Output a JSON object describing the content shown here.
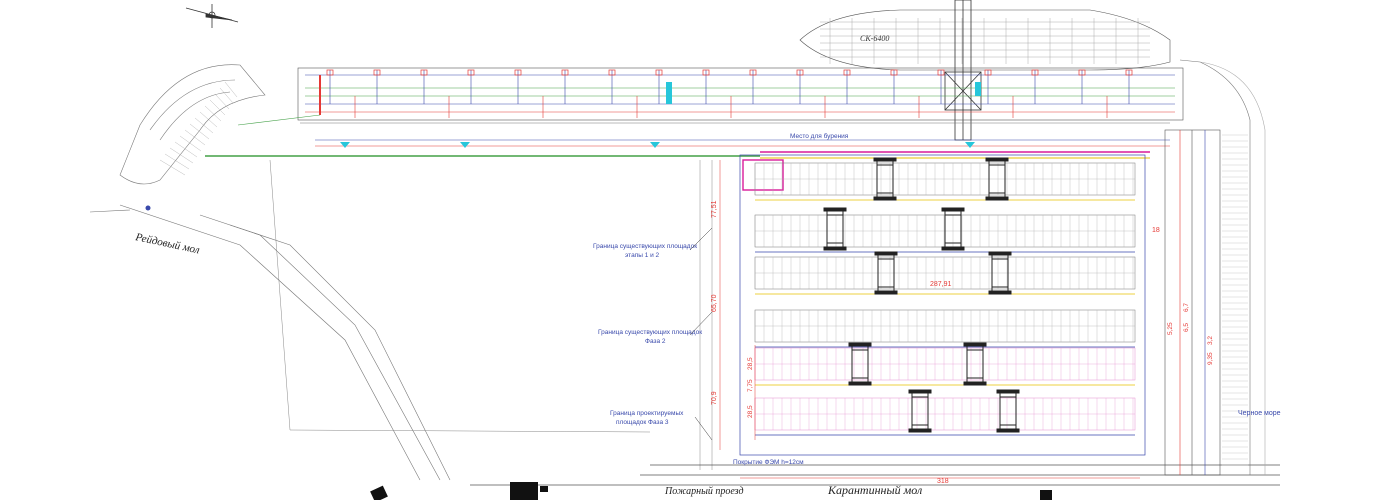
{
  "labels": {
    "vessel": "СК-6400",
    "drilling_site": "Место для бурения",
    "reydovy_mol": "Рейдовый мол",
    "boundary_existing_1": "Граница существующих площадок",
    "boundary_existing_1b": "этапы 1 и 2",
    "boundary_existing_2": "Граница существующих площадок",
    "boundary_existing_2b": "Фаза 2",
    "boundary_designed": "Граница проектируемых",
    "boundary_designed_b": "площадок Фаза 3",
    "coverage": "Покрытие ФЭМ h=12см",
    "fire_passage": "Пожарный проезд",
    "karantinny_mol": "Карантинный мол",
    "black_sea": "Черное море"
  },
  "dims": {
    "d1": "77,51",
    "d2": "65,70",
    "d3": "70,9",
    "d4": "287,91",
    "d5": "318",
    "d6": "18",
    "d7": "28,5",
    "d8": "7,75",
    "d9": "28,5",
    "d10": "6,5",
    "d11": "9,35",
    "d12": "3,2",
    "d13": "6,7",
    "d14": "5,25"
  },
  "colors": {
    "line": "#3a3a3a",
    "thin": "#8a8a8a",
    "red": "#e53935",
    "green": "#43a047",
    "blue": "#3949ab",
    "cyan": "#26c6da",
    "magenta": "#d81b9a",
    "pink": "#e58fd0",
    "yellow": "#e6c200",
    "dimred": "#e53935"
  }
}
